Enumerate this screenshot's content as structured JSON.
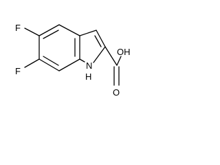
{
  "molecule": {
    "atoms": {
      "F1": "F",
      "F2": "F",
      "N": "N",
      "H_on_N": "H",
      "O_hydroxyl": "OH",
      "O_carbonyl": "O"
    }
  },
  "colors": {
    "ink": "#000000",
    "background": "#ffffff"
  }
}
